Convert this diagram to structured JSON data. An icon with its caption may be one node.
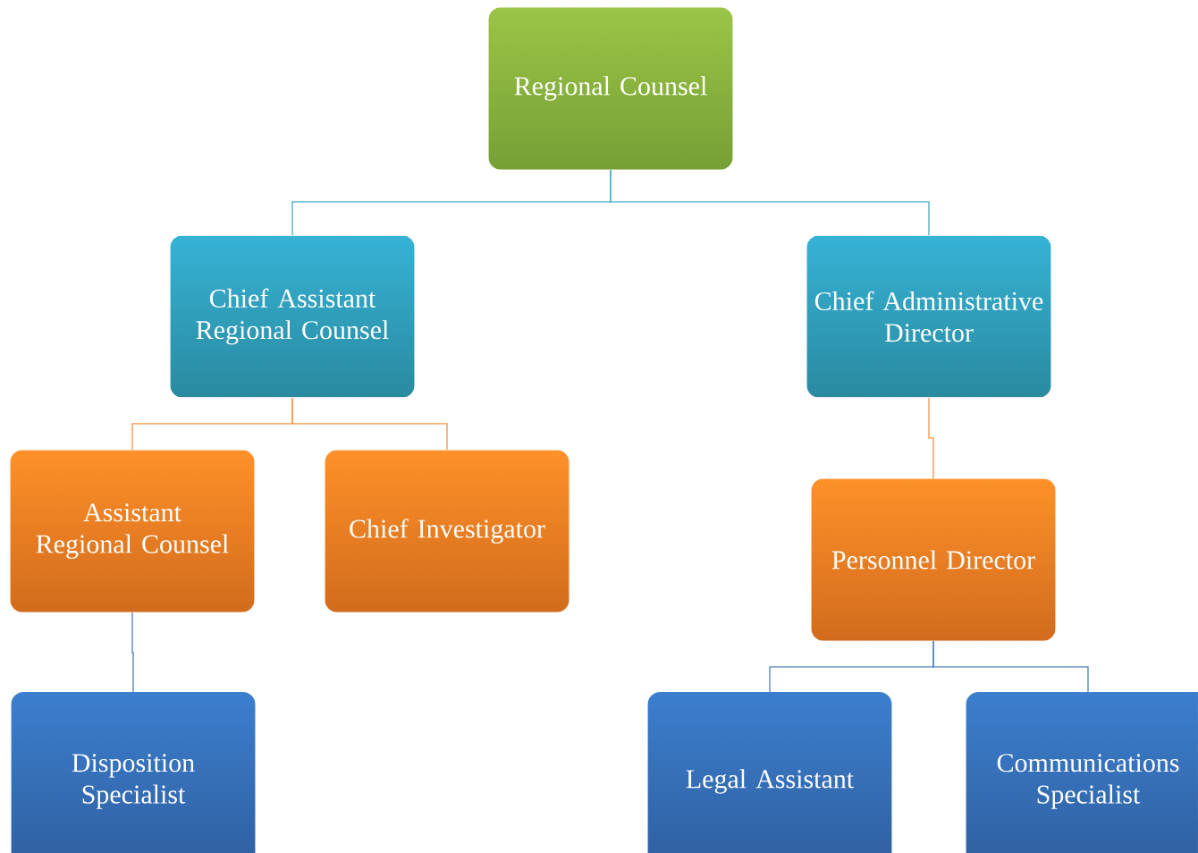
{
  "diagram": {
    "nodes": [
      {
        "text": [
          "Regional Counsel"
        ]
      },
      {
        "text": [
          "Chief Assistant Regional Counsel"
        ]
      },
      {
        "text": [
          "Chief Administrative Director"
        ]
      },
      {
        "text": [
          "Assistant Regional Counsel"
        ]
      },
      {
        "text": [
          "Chief Investigator"
        ]
      },
      {
        "text": [
          "Personnel Director"
        ]
      },
      {
        "text": [
          "Disposition Specialist"
        ]
      },
      {
        "text": [
          "Legal Assistant"
        ]
      },
      {
        "text": [
          "Communications Specialist"
        ]
      }
    ],
    "edges": [
      {
        "from": 0,
        "to": 1,
        "arrow": "none",
        "color": "#4bacc6"
      },
      {
        "from": 0,
        "to": 2,
        "arrow": "none",
        "color": "#4bacc6"
      },
      {
        "from": 1,
        "to": 3,
        "arrow": "none",
        "color": "#f79646"
      },
      {
        "from": 1,
        "to": 4,
        "arrow": "none",
        "color": "#f79646"
      },
      {
        "from": 2,
        "to": 5,
        "arrow": "none",
        "color": "#f79646"
      },
      {
        "from": 3,
        "to": 6,
        "arrow": "none",
        "color": "#4f81bd"
      },
      {
        "from": 5,
        "to": 7,
        "arrow": "none",
        "color": "#4f81bd"
      },
      {
        "from": 5,
        "to": 8,
        "arrow": "none",
        "color": "#4f81bd"
      }
    ]
  }
}
